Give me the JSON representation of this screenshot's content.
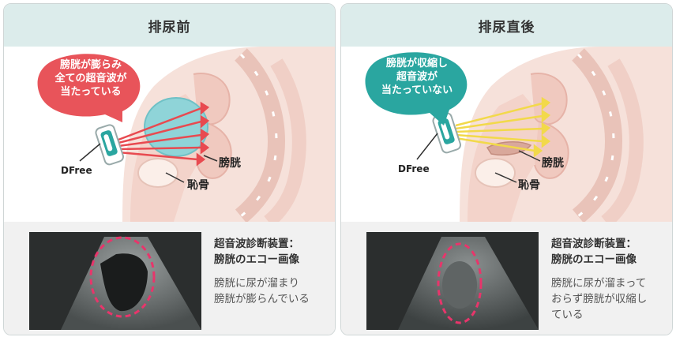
{
  "panels": [
    {
      "title": "排尿前",
      "bubble_text": "膀胱が膨らみ\n全ての超音波が\n当たっている",
      "bubble_color": "#e8545a",
      "device_label": "DFree",
      "bladder_label": "膀胱",
      "bone_label": "恥骨",
      "caption_title": "超音波診断装置：\n膀胱のエコー画像",
      "caption_body": "膀胱に尿が溜まり\n膀胱が膨らんでいる",
      "ray_color": "#e84a50"
    },
    {
      "title": "排尿直後",
      "bubble_text": "膀胱が収縮し\n超音波が\n当たっていない",
      "bubble_color": "#2aa6a0",
      "device_label": "DFree",
      "bladder_label": "膀胱",
      "bone_label": "恥骨",
      "caption_title": "超音波診断装置：\n膀胱のエコー画像",
      "caption_body": "膀胱に尿が溜まって\nおらず膀胱が収縮し\nている",
      "ray_color": "#f2d94a"
    }
  ],
  "colors": {
    "header_bg": "#dceceb",
    "body_pink": "#f3d7cf",
    "bladder_fill": "#8fd4d8",
    "device_teal": "#2aa6a0",
    "highlight_dash": "#e8356b"
  }
}
